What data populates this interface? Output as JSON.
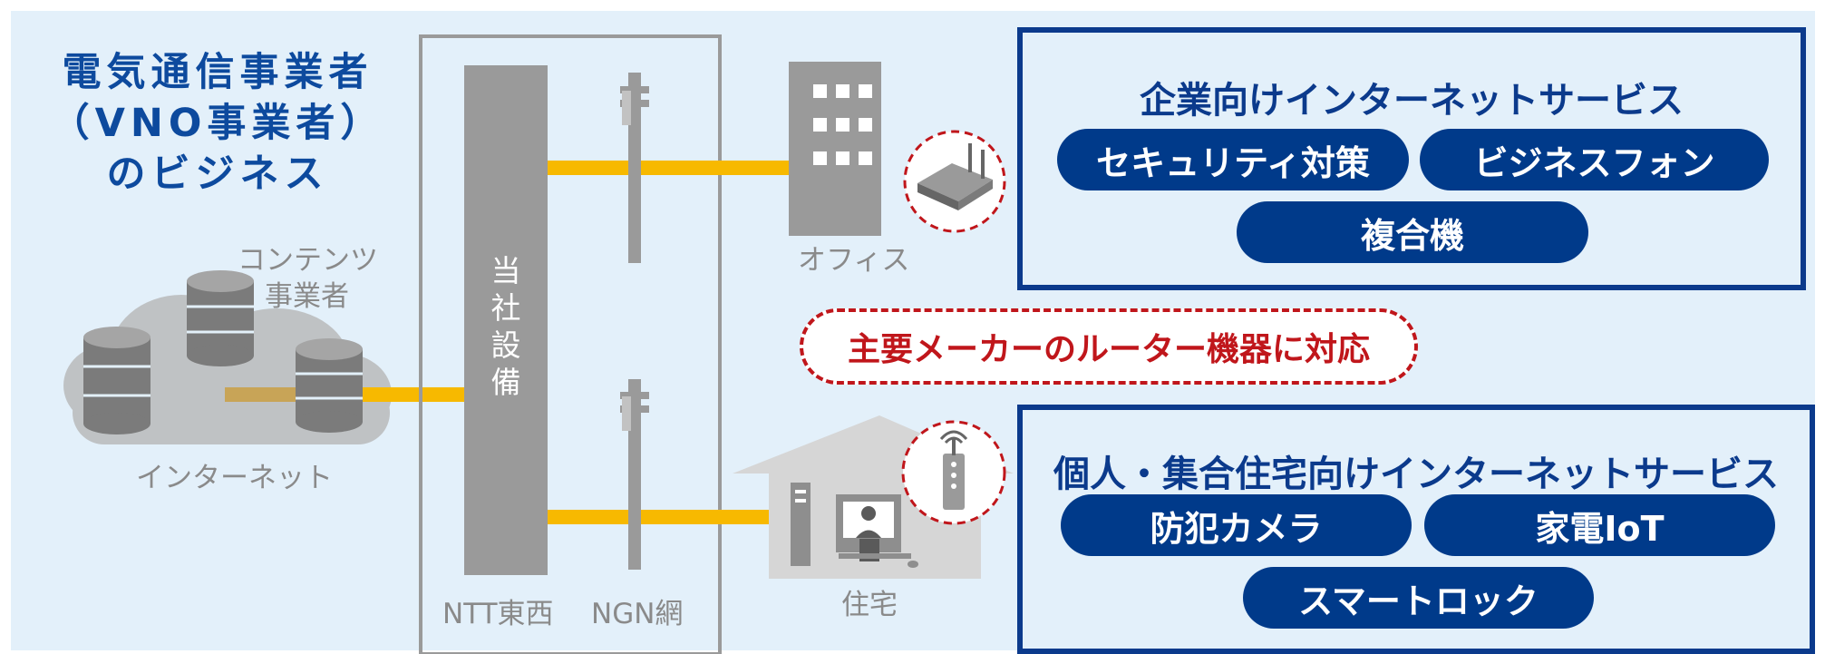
{
  "title_lines": [
    "電気通信事業者",
    "（VNO事業者）",
    "のビジネス"
  ],
  "labels": {
    "contents": [
      "コンテンツ",
      "事業者"
    ],
    "internet": "インターネット",
    "ntt": "NTT東西",
    "ngn": "NGN網",
    "facility": [
      "当",
      "社",
      "設",
      "備"
    ],
    "office": "オフィス",
    "home": "住宅"
  },
  "enterprise": {
    "title": "企業向けインターネットサービス",
    "services": [
      "セキュリティ対策",
      "ビジネスフォン",
      "複合機"
    ]
  },
  "residential": {
    "title": "個人・集合住宅向けインターネットサービス",
    "services": [
      "防犯カメラ",
      "家電IoT",
      "スマートロック"
    ]
  },
  "support_note": "主要メーカーのルーター機器に対応",
  "colors": {
    "navy": "#003a8a",
    "title_blue": "#0d4a9e",
    "accent_red": "#c0161b",
    "line_yellow": "#f7b900",
    "equipment_gray": "#9a9a9a",
    "background": "#e3f0fa"
  }
}
